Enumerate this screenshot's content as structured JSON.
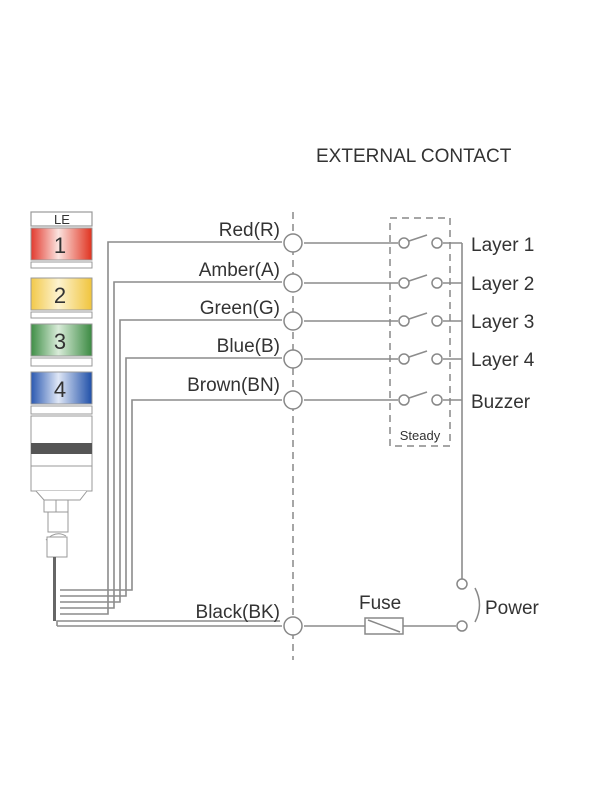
{
  "title": "EXTERNAL CONTACT",
  "tower": {
    "layers": [
      {
        "number": "1",
        "color_name": "red",
        "color": "#e8453a"
      },
      {
        "number": "2",
        "color_name": "amber",
        "color": "#f3cf55"
      },
      {
        "number": "3",
        "color_name": "green",
        "color": "#4f9a56"
      },
      {
        "number": "4",
        "color_name": "blue",
        "color": "#2f62b8"
      }
    ]
  },
  "wires": [
    {
      "label": "Red(R)",
      "output": "Layer 1"
    },
    {
      "label": "Amber(A)",
      "output": "Layer 2"
    },
    {
      "label": "Green(G)",
      "output": "Layer 3"
    },
    {
      "label": "Blue(B)",
      "output": "Layer 4"
    },
    {
      "label": "Brown(BN)",
      "output": "Buzzer"
    }
  ],
  "contact_box_label": "Steady",
  "common_wire": {
    "label": "Black(BK)"
  },
  "fuse_label": "Fuse",
  "power_label": "Power"
}
